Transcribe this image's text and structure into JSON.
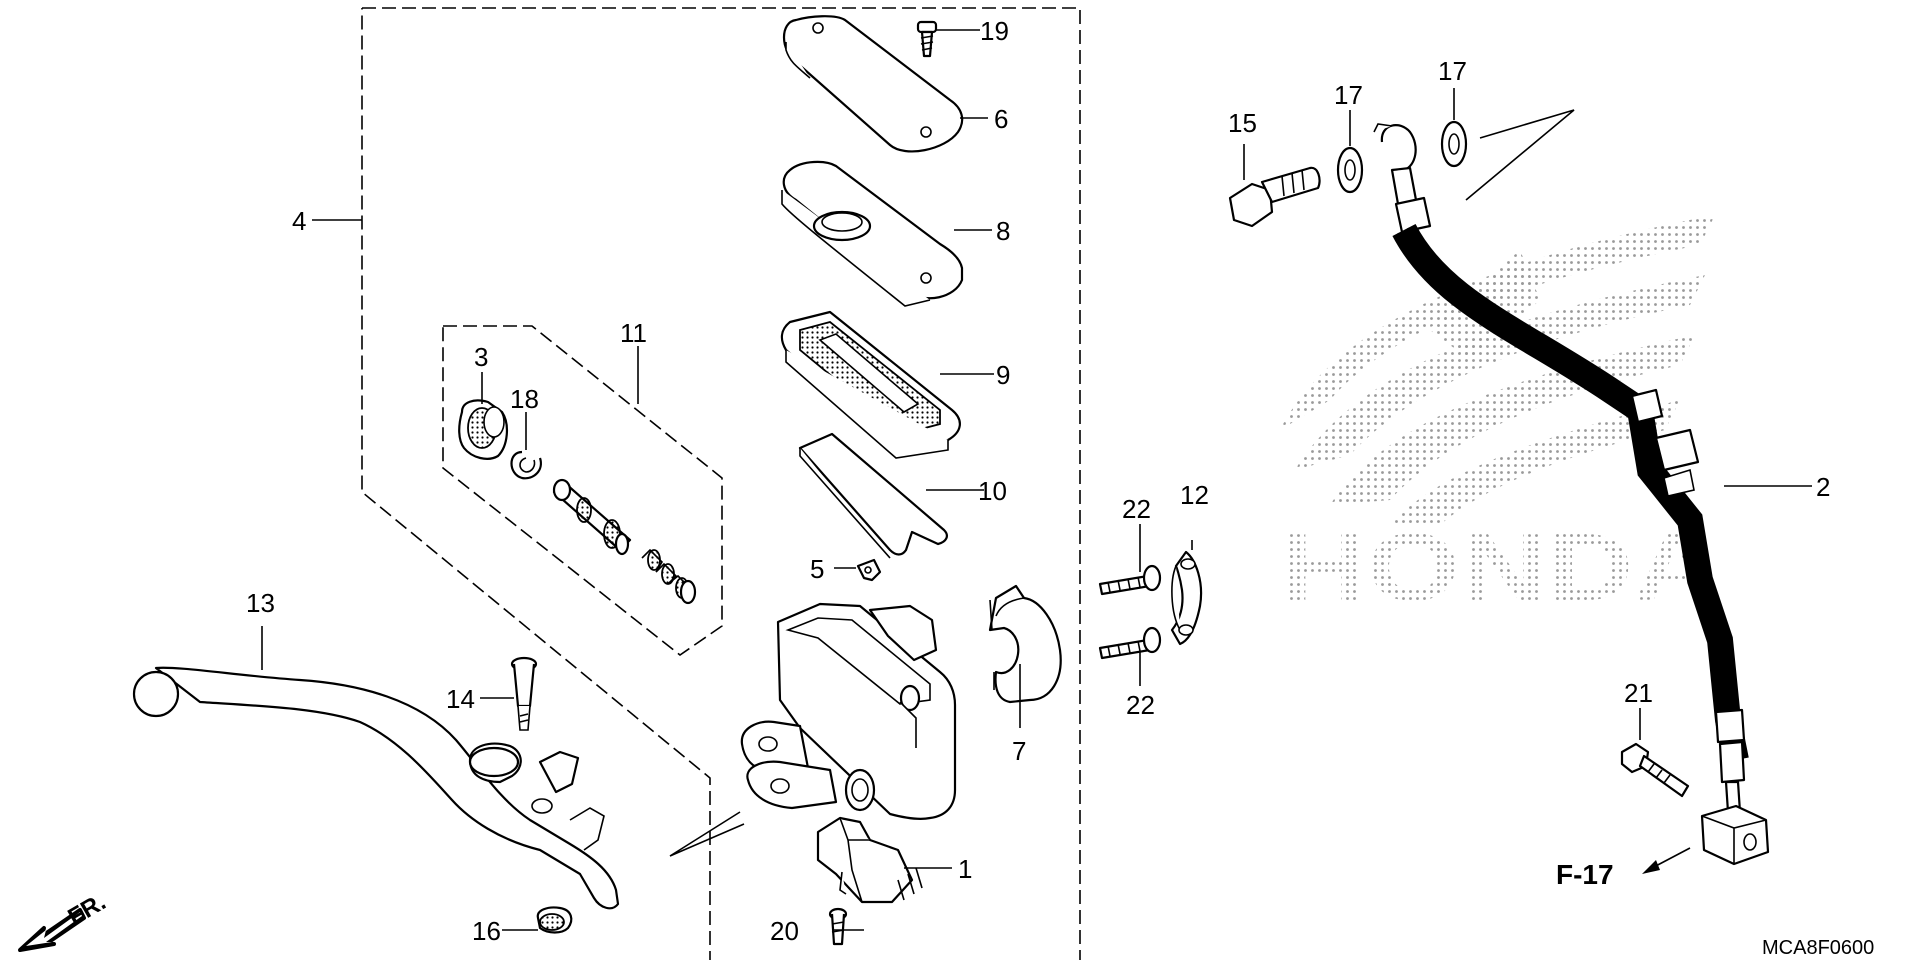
{
  "diagram": {
    "callouts": [
      {
        "id": "c1",
        "text": "1"
      },
      {
        "id": "c2",
        "text": "2"
      },
      {
        "id": "c3",
        "text": "3"
      },
      {
        "id": "c4",
        "text": "4"
      },
      {
        "id": "c5",
        "text": "5"
      },
      {
        "id": "c6",
        "text": "6"
      },
      {
        "id": "c7",
        "text": "7"
      },
      {
        "id": "c8",
        "text": "8"
      },
      {
        "id": "c9",
        "text": "9"
      },
      {
        "id": "c10",
        "text": "10"
      },
      {
        "id": "c11",
        "text": "11"
      },
      {
        "id": "c12",
        "text": "12"
      },
      {
        "id": "c13",
        "text": "13"
      },
      {
        "id": "c14",
        "text": "14"
      },
      {
        "id": "c15",
        "text": "15"
      },
      {
        "id": "c16",
        "text": "16"
      },
      {
        "id": "c17a",
        "text": "17"
      },
      {
        "id": "c17b",
        "text": "17"
      },
      {
        "id": "c18",
        "text": "18"
      },
      {
        "id": "c19",
        "text": "19"
      },
      {
        "id": "c20",
        "text": "20"
      },
      {
        "id": "c21",
        "text": "21"
      },
      {
        "id": "c22a",
        "text": "22"
      },
      {
        "id": "c22b",
        "text": "22"
      }
    ],
    "reference": "F-17",
    "direction_marker": "FR.",
    "diagram_code": "MCA8F0600",
    "watermark_text": "HONDA"
  },
  "colors": {
    "ink": "#000000",
    "background": "#ffffff",
    "watermark": "#b0b0b0"
  }
}
